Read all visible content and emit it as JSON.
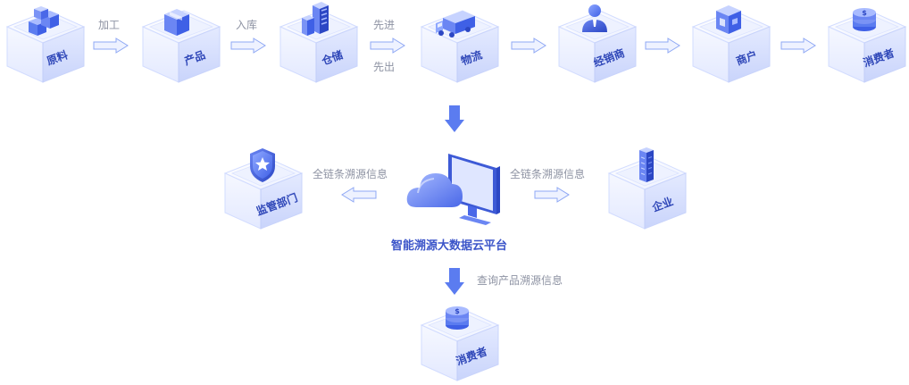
{
  "supply_chain": {
    "nodes": [
      {
        "label": "原料",
        "icon": "cubes-icon"
      },
      {
        "label": "产品",
        "icon": "box-icon"
      },
      {
        "label": "仓储",
        "icon": "warehouse-icon"
      },
      {
        "label": "物流",
        "icon": "truck-icon"
      },
      {
        "label": "经销商",
        "icon": "person-icon"
      },
      {
        "label": "商户",
        "icon": "shop-icon"
      },
      {
        "label": "消费者",
        "icon": "coin-icon"
      }
    ],
    "edges": [
      {
        "label": "加工"
      },
      {
        "label": "入库"
      },
      {
        "label": "先进",
        "label2": "先出"
      },
      {
        "label": ""
      },
      {
        "label": ""
      },
      {
        "label": ""
      }
    ]
  },
  "platform": {
    "label": "智能溯源大数据云平台",
    "icon": "cloud-monitor-icon"
  },
  "regulator": {
    "label": "监管部门",
    "icon": "shield-star-icon",
    "edge_label": "全链条溯源信息"
  },
  "enterprise": {
    "label": "企业",
    "icon": "building-icon",
    "edge_label": "全链条溯源信息"
  },
  "consumer": {
    "label": "消费者",
    "icon": "coin-icon",
    "edge_label": "查询产品溯源信息"
  },
  "colors": {
    "accent": "#5b7cf0",
    "label": "#2f47b8",
    "muted": "#8e93a3",
    "arrow_fill": "#eef2ff",
    "arrow_stroke": "#8fa8f4"
  }
}
